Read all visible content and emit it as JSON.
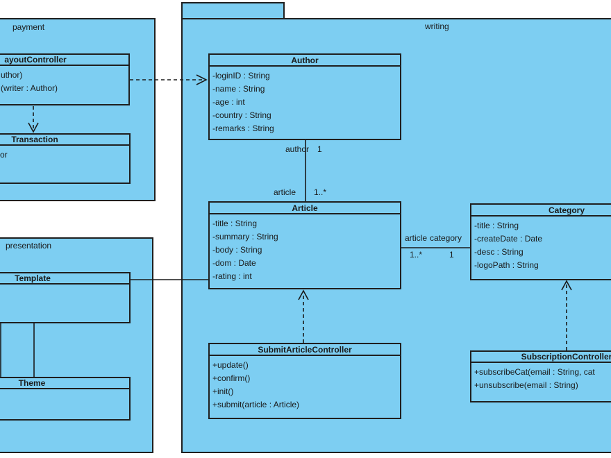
{
  "diagram_type": "uml-class-diagram",
  "colors": {
    "node_fill": "#7dcef2",
    "node_border": "#1f1f1f",
    "background": "#ffffff",
    "text": "#1a1a1a"
  },
  "packages": {
    "payment": {
      "label": "payment"
    },
    "writing": {
      "label": "writing"
    },
    "presentation": {
      "label": "presentation"
    }
  },
  "classes": {
    "payout_controller": {
      "title": "ayoutController",
      "members": [
        "uthor)",
        "(writer : Author)"
      ]
    },
    "transaction": {
      "title": "Transaction",
      "members": [
        "or"
      ]
    },
    "author": {
      "title": "Author",
      "members": [
        "-loginID : String",
        "-name : String",
        "-age : int",
        "-country : String",
        "-remarks : String"
      ]
    },
    "article": {
      "title": "Article",
      "members": [
        "-title : String",
        "-summary : String",
        "-body : String",
        "-dom : Date",
        "-rating : int"
      ]
    },
    "category": {
      "title": "Category",
      "members": [
        "-title : String",
        "-createDate : Date",
        "-desc : String",
        "-logoPath : String"
      ]
    },
    "submit_article_controller": {
      "title": "SubmitArticleController",
      "members": [
        "+update()",
        "+confirm()",
        "+init()",
        "+submit(article : Article)"
      ]
    },
    "subscription_controller": {
      "title": "SubscriptionController",
      "members": [
        "+subscribeCat(email : String, cat",
        "+unsubscribe(email : String)"
      ]
    },
    "template": {
      "title": "Template",
      "members": []
    },
    "theme": {
      "title": "Theme",
      "members": []
    }
  },
  "association_labels": {
    "author_role": "author",
    "author_mult": "1",
    "article_role_vertical": "article",
    "article_mult_vertical": "1..*",
    "article_role_horizontal": "article",
    "article_mult_horizontal": "1..*",
    "category_role": "category",
    "category_mult": "1"
  }
}
